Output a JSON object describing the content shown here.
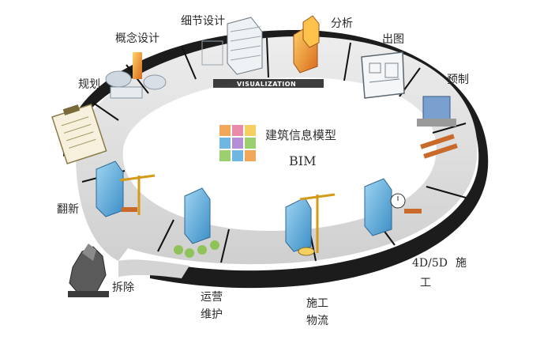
{
  "diagram": {
    "center": {
      "title": "建筑信息模型",
      "subtitle": "BIM"
    },
    "ring_banner": "VISUALIZATION",
    "stages": [
      {
        "id": "planning",
        "label": "规划"
      },
      {
        "id": "concept",
        "label": "概念设计"
      },
      {
        "id": "detail",
        "label": "细节设计"
      },
      {
        "id": "analysis",
        "label": "分析"
      },
      {
        "id": "drawing",
        "label": "出图"
      },
      {
        "id": "prefab",
        "label": "预制"
      },
      {
        "id": "construction",
        "label_line1": "4D/5D",
        "label_line2": "施",
        "label_line3": "工"
      },
      {
        "id": "logistics",
        "label_line1": "施工",
        "label_line2": "物流"
      },
      {
        "id": "operation",
        "label_line1": "运营",
        "label_line2": "维护"
      },
      {
        "id": "demolition",
        "label": "拆除"
      },
      {
        "id": "renovation",
        "label": "翻新"
      }
    ]
  },
  "colors": {
    "ring_top": "#dcdcdc",
    "ring_top_light": "#ececec",
    "ring_side": "#1e1e1e",
    "divider": "#111111",
    "cube_orange": "#f2a65a",
    "cube_blue": "#6fb6e0",
    "cube_green": "#9ccf6e",
    "cube_pink": "#e98aa8",
    "cube_purple": "#b58fd6",
    "cube_yellow": "#f5d060"
  }
}
